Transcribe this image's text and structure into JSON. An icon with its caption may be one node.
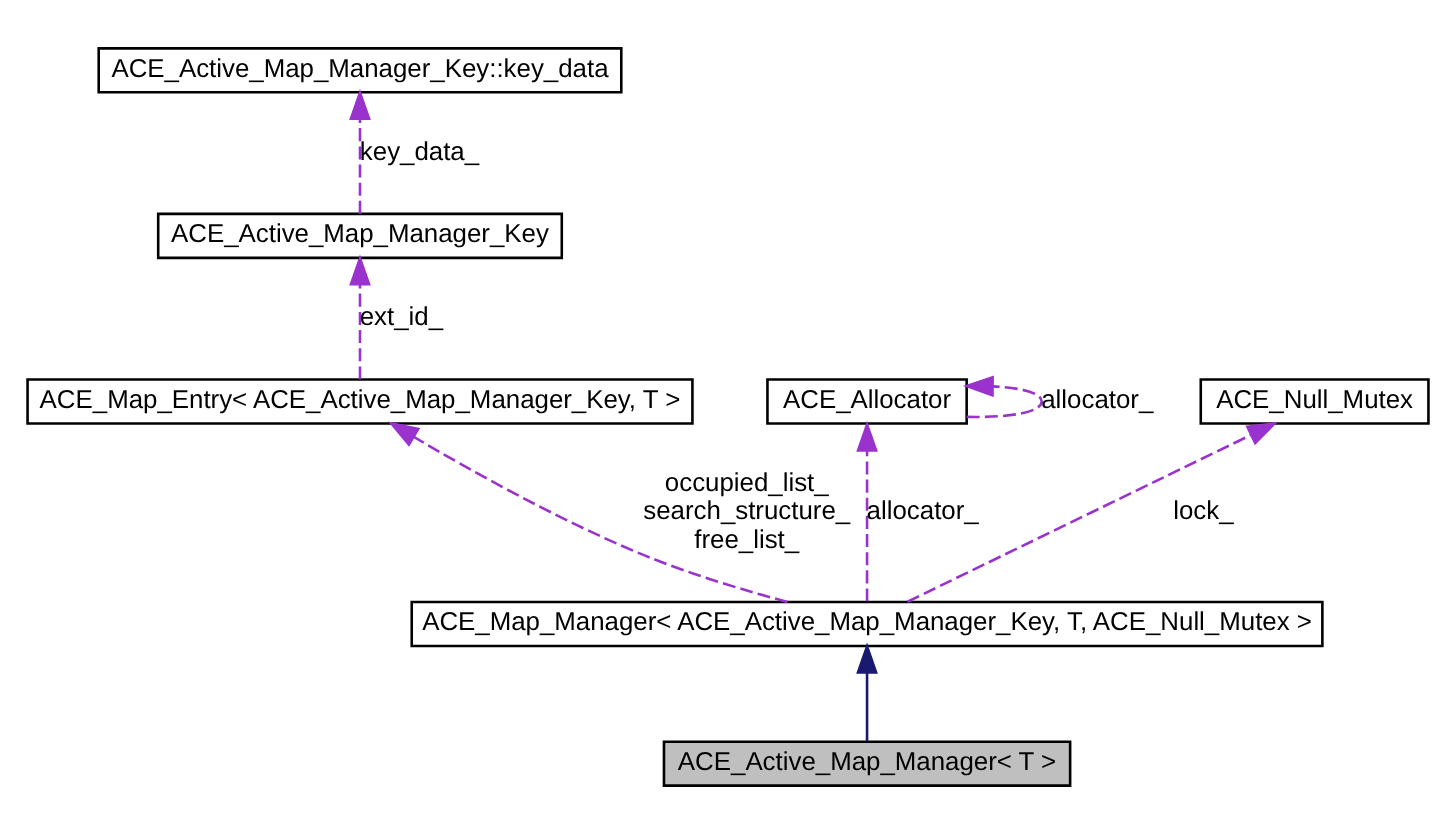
{
  "diagram": {
    "nodes": [
      {
        "text": [
          "ACE_Active_Map_Manager_Key::key_data"
        ]
      },
      {
        "text": [
          "ACE_Active_Map_Manager_Key"
        ]
      },
      {
        "text": [
          "ACE_Map_Entry< ACE_Active_Map_Manager_Key, T >"
        ]
      },
      {
        "text": [
          "ACE_Allocator"
        ]
      },
      {
        "text": [
          "ACE_Null_Mutex"
        ]
      },
      {
        "text": [
          "ACE_Map_Manager< ACE_Active_Map_Manager_Key, T, ACE_Null_Mutex >"
        ]
      },
      {
        "text": [
          "ACE_Active_Map_Manager< T >"
        ]
      }
    ],
    "edges": [
      {
        "from": 1,
        "to": 0,
        "arrow": "to",
        "label": "key_data_",
        "style": "dashed",
        "color": "#9a32cd"
      },
      {
        "from": 2,
        "to": 1,
        "arrow": "to",
        "label": "ext_id_",
        "style": "dashed",
        "color": "#9a32cd"
      },
      {
        "from": 5,
        "to": 2,
        "arrow": "to",
        "label": "occupied_list_ search_structure_ free_list_",
        "style": "dashed",
        "color": "#9a32cd"
      },
      {
        "from": 3,
        "to": 3,
        "arrow": "to",
        "label": "allocator_",
        "style": "dashed",
        "color": "#9a32cd"
      },
      {
        "from": 5,
        "to": 3,
        "arrow": "to",
        "label": "allocator_",
        "style": "dashed",
        "color": "#9a32cd"
      },
      {
        "from": 5,
        "to": 4,
        "arrow": "to",
        "label": "lock_",
        "style": "dashed",
        "color": "#9a32cd"
      },
      {
        "from": 6,
        "to": 5,
        "arrow": "to",
        "color": "#191970"
      }
    ]
  }
}
